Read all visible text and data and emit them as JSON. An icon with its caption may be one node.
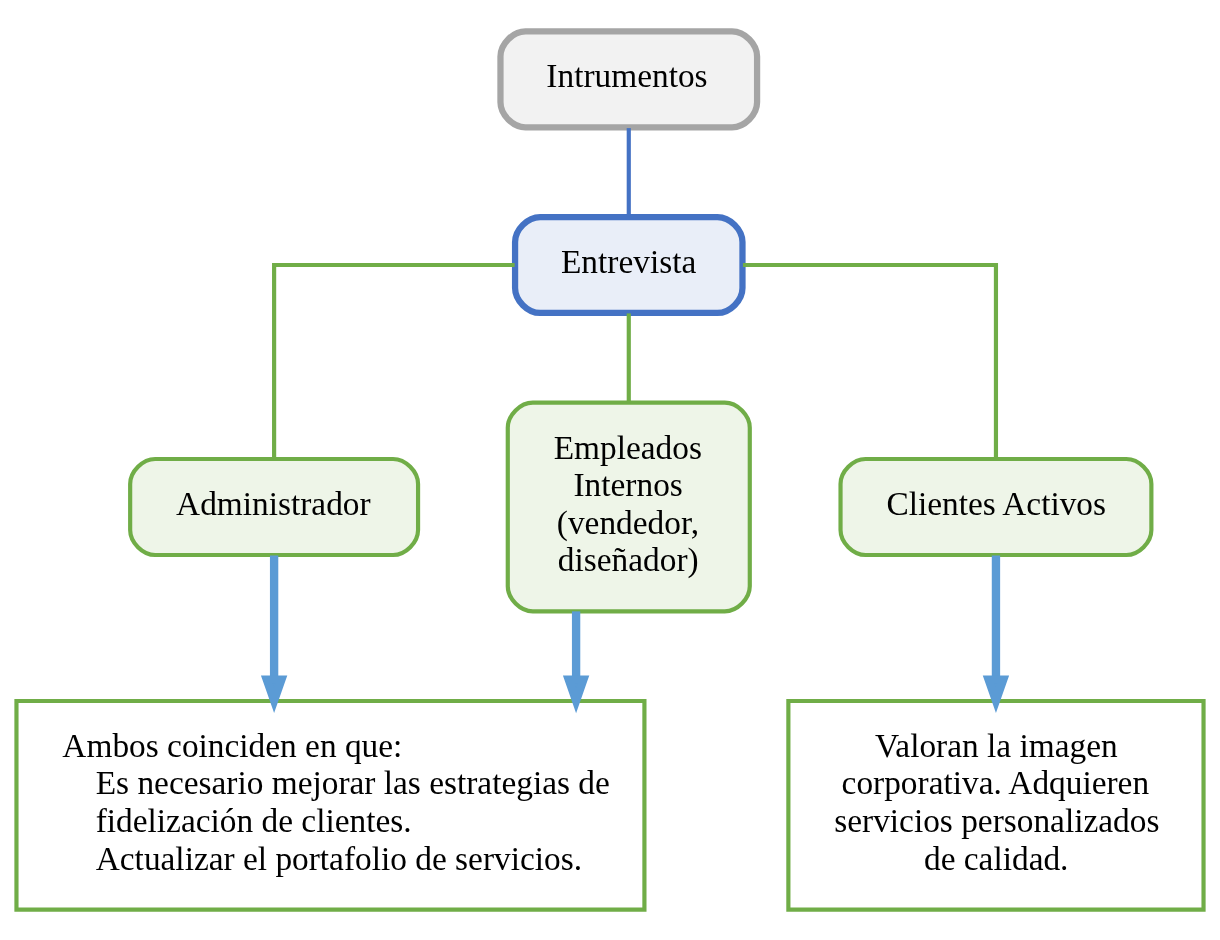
{
  "diagram": {
    "nodes": [
      {
        "text": [
          "Intrumentos"
        ]
      },
      {
        "text": [
          "Entrevista"
        ]
      },
      {
        "text": [
          "Administrador"
        ]
      },
      {
        "text": [
          "Empleados Internos (vendedor, diseñador)"
        ]
      },
      {
        "text": [
          "Clientes Activos"
        ]
      },
      {
        "text": [
          "Ambos coinciden en que:",
          "Es necesario mejorar las estrategias de fidelización de clientes.",
          "Actualizar el portafolio de servicios."
        ]
      },
      {
        "text": [
          "Valoran la imagen corporativa. Adquieren servicios personalizados de calidad."
        ]
      }
    ],
    "edges": [
      {
        "from": 0,
        "to": 1,
        "arrow": "none",
        "color": "#4472c4"
      },
      {
        "from": 1,
        "to": 2,
        "arrow": "none"
      },
      {
        "from": 1,
        "to": 3,
        "arrow": "none"
      },
      {
        "from": 1,
        "to": 4,
        "arrow": "none"
      },
      {
        "from": 2,
        "to": 5,
        "arrow": "to",
        "style": "thick",
        "color": "#5b9bd5"
      },
      {
        "from": 3,
        "to": 5,
        "arrow": "to",
        "style": "thick",
        "color": "#5b9bd5"
      },
      {
        "from": 4,
        "to": 6,
        "arrow": "to",
        "style": "thick",
        "color": "#5b9bd5"
      }
    ]
  }
}
